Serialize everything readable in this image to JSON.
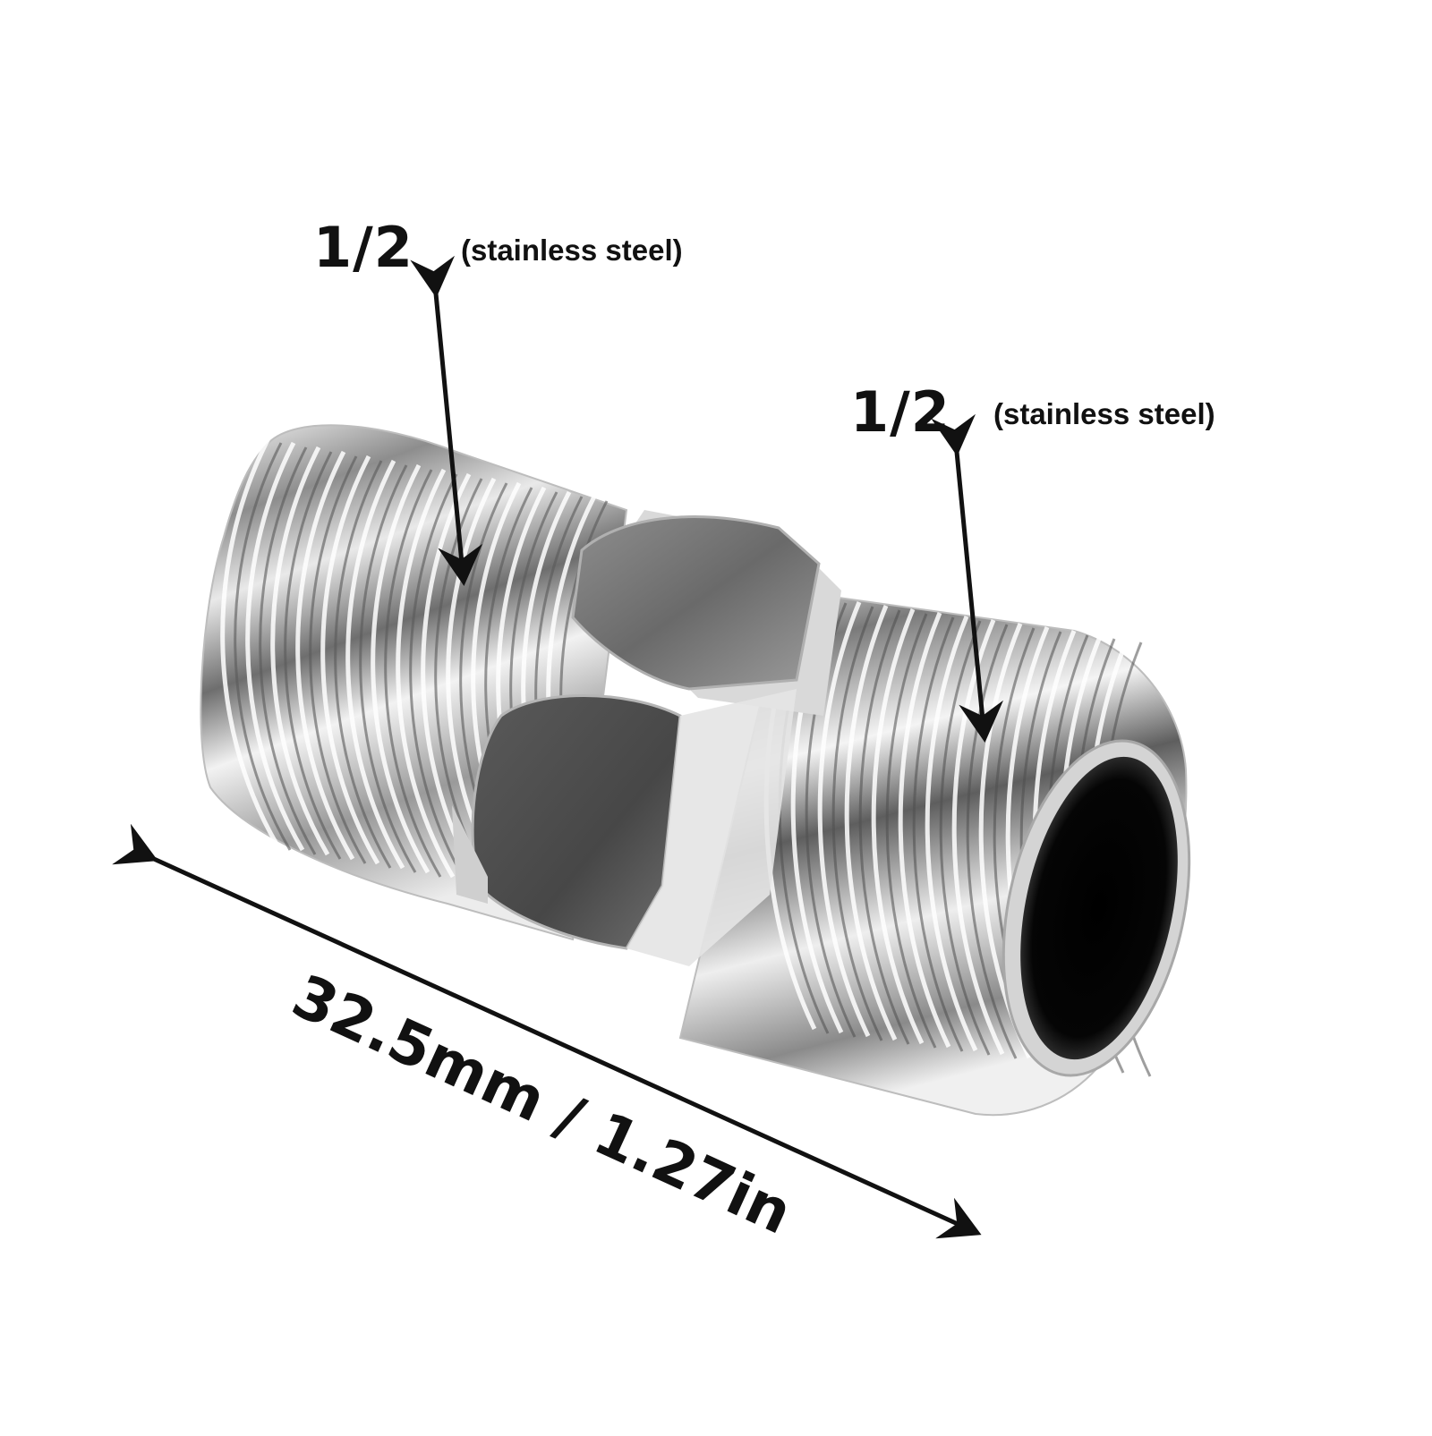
{
  "labels": {
    "thread_left": {
      "size": "1/2",
      "material": "(stainless steel)"
    },
    "thread_right": {
      "size": "1/2",
      "material": "(stainless steel)"
    },
    "length": "32.5mm / 1.27in"
  },
  "colors": {
    "background": "#ffffff",
    "text": "#111111",
    "arrow": "#111111"
  },
  "image": {
    "subject": "stainless-steel-hex-nipple"
  }
}
